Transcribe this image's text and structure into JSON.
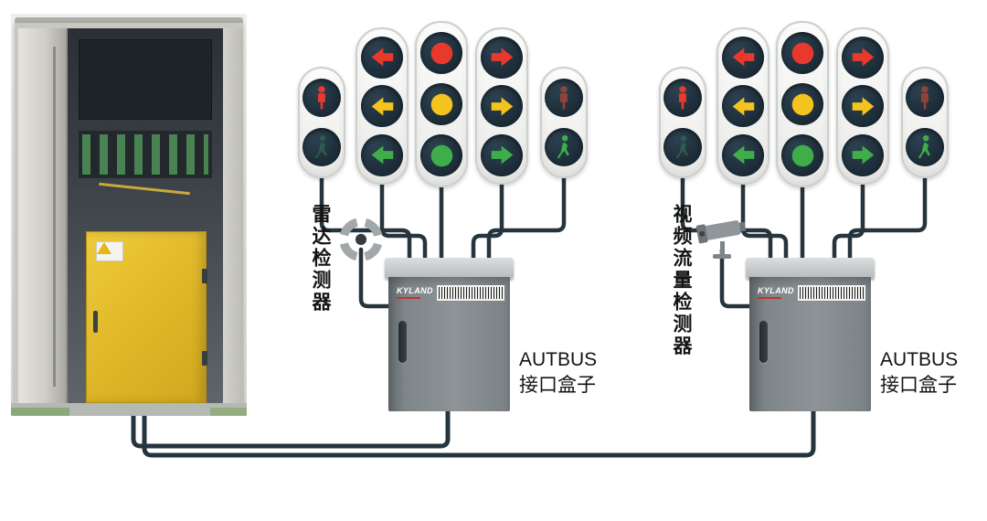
{
  "palette": {
    "wire": "#26343d",
    "red": "#e8392c",
    "yellow": "#f4c31d",
    "green": "#3fae4a",
    "dim_red": "#93423a",
    "dim_green": "#2f5a50",
    "lens_bg": "#1a2a35",
    "head_bg": "#e9eae7"
  },
  "clusters": [
    {
      "detector": {
        "kind": "radar",
        "label": "雷达检测器"
      },
      "box": {
        "brand": "KYLAND",
        "label_line1": "AUTBUS",
        "label_line2": "接口盒子"
      },
      "heads": [
        {
          "type": "pedestrian",
          "lenses": [
            {
              "glyph": "person-standing",
              "color": "#e8392c"
            },
            {
              "glyph": "person-walking",
              "color": "#2f5a50"
            }
          ]
        },
        {
          "type": "left-arrow",
          "lenses": [
            {
              "glyph": "arrow-left",
              "color": "#e8392c"
            },
            {
              "glyph": "arrow-left",
              "color": "#f4c31d"
            },
            {
              "glyph": "arrow-left",
              "color": "#3fae4a"
            }
          ]
        },
        {
          "type": "disc",
          "lenses": [
            {
              "glyph": "circle",
              "color": "#e8392c"
            },
            {
              "glyph": "circle",
              "color": "#f4c31d"
            },
            {
              "glyph": "circle",
              "color": "#3fae4a"
            }
          ]
        },
        {
          "type": "right-arrow",
          "lenses": [
            {
              "glyph": "arrow-right",
              "color": "#e8392c"
            },
            {
              "glyph": "arrow-right",
              "color": "#f4c31d"
            },
            {
              "glyph": "arrow-right",
              "color": "#3fae4a"
            }
          ]
        },
        {
          "type": "pedestrian",
          "lenses": [
            {
              "glyph": "person-standing",
              "color": "#93423a"
            },
            {
              "glyph": "person-walking",
              "color": "#3fae4a"
            }
          ]
        }
      ]
    },
    {
      "detector": {
        "kind": "camera",
        "label": "视频流量检测器"
      },
      "box": {
        "brand": "KYLAND",
        "label_line1": "AUTBUS",
        "label_line2": "接口盒子"
      },
      "heads": [
        {
          "type": "pedestrian",
          "lenses": [
            {
              "glyph": "person-standing",
              "color": "#e8392c"
            },
            {
              "glyph": "person-walking",
              "color": "#2f5a50"
            }
          ]
        },
        {
          "type": "left-arrow",
          "lenses": [
            {
              "glyph": "arrow-left",
              "color": "#e8392c"
            },
            {
              "glyph": "arrow-left",
              "color": "#f4c31d"
            },
            {
              "glyph": "arrow-left",
              "color": "#3fae4a"
            }
          ]
        },
        {
          "type": "disc",
          "lenses": [
            {
              "glyph": "circle",
              "color": "#e8392c"
            },
            {
              "glyph": "circle",
              "color": "#f4c31d"
            },
            {
              "glyph": "circle",
              "color": "#3fae4a"
            }
          ]
        },
        {
          "type": "right-arrow",
          "lenses": [
            {
              "glyph": "arrow-right",
              "color": "#e8392c"
            },
            {
              "glyph": "arrow-right",
              "color": "#f4c31d"
            },
            {
              "glyph": "arrow-right",
              "color": "#3fae4a"
            }
          ]
        },
        {
          "type": "pedestrian",
          "lenses": [
            {
              "glyph": "person-standing",
              "color": "#93423a"
            },
            {
              "glyph": "person-walking",
              "color": "#3fae4a"
            }
          ]
        }
      ]
    }
  ]
}
